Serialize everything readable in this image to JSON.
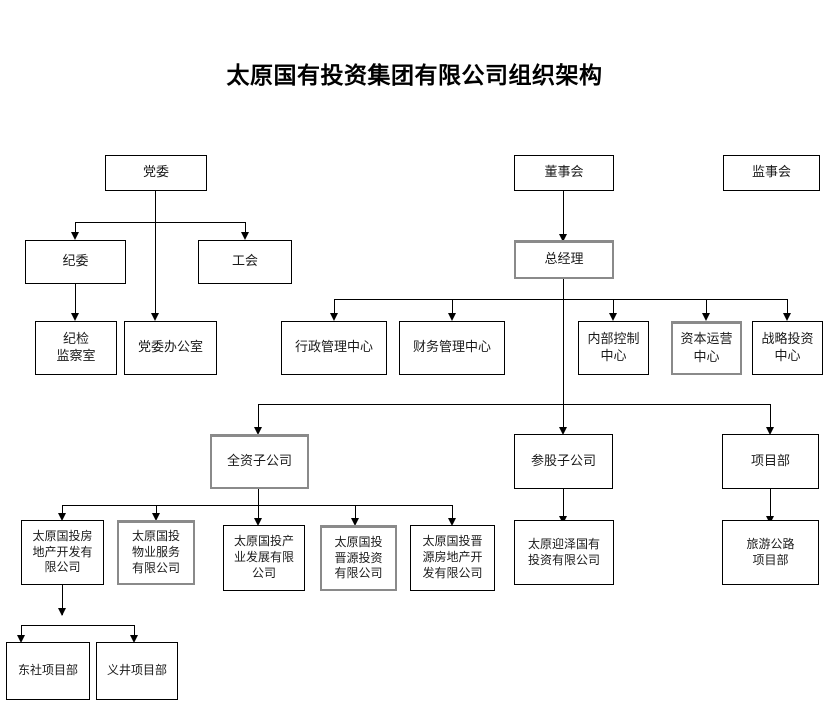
{
  "title": "太原国有投资集团有限公司组织架构",
  "nodes": {
    "party_committee": "党委",
    "discipline_committee": "纪委",
    "labor_union": "工会",
    "discipline_inspection_office": "纪检\n监察室",
    "party_committee_office": "党委办公室",
    "board_of_directors": "董事会",
    "board_of_supervisors": "监事会",
    "general_manager": "总经理",
    "admin_management_center": "行政管理中心",
    "finance_management_center": "财务管理中心",
    "internal_control_center": "内部控制\n中心",
    "capital_operation_center": "资本运营\n中心",
    "strategic_investment_center": "战略投资\n中心",
    "wholly_owned_subsidiary": "全资子公司",
    "equity_subsidiary": "参股子公司",
    "project_department": "项目部",
    "real_estate_dev": "太原国投房\n地产开发有\n限公司",
    "property_service": "太原国投\n物业服务\n有限公司",
    "industrial_dev": "太原国投产\n业发展有限\n公司",
    "jinyuan_investment": "太原国投\n晋源投资\n有限公司",
    "jinyuan_real_estate": "太原国投晋\n源房地产开\n发有限公司",
    "yingze_investment": "太原迎泽国有\n投资有限公司",
    "tourism_highway_project": "旅游公路\n项目部",
    "dongshe_project": "东社项目部",
    "yijing_project": "义井项目部"
  },
  "colors": {
    "line": "#000000",
    "box_border": "#000000",
    "shaded_border": "#8a8a8a",
    "background": "#ffffff",
    "text": "#1a1a1a"
  }
}
